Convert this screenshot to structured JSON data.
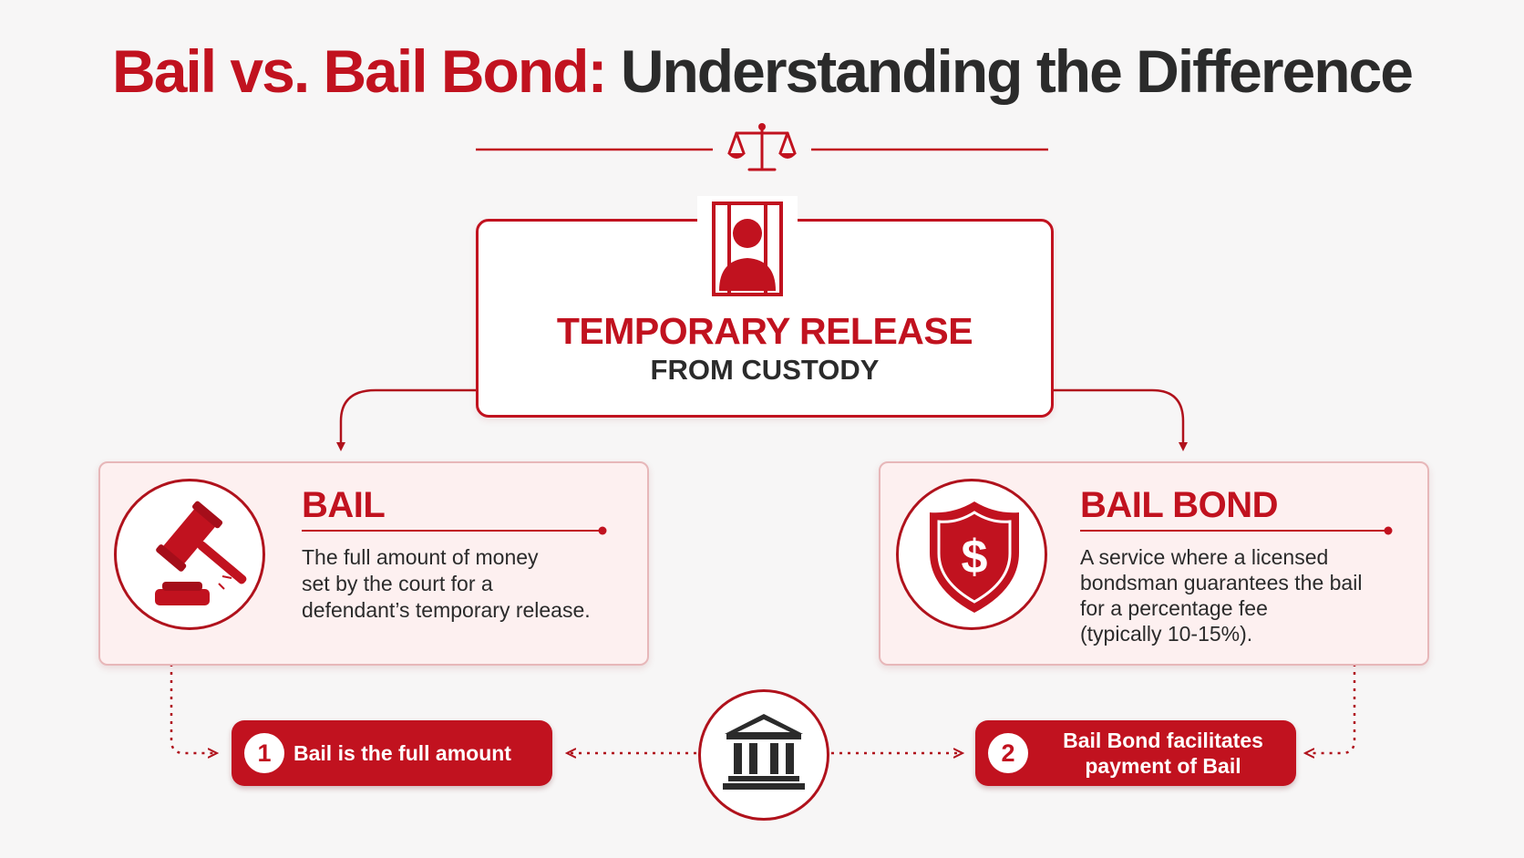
{
  "title": {
    "part1": "Bail vs. Bail Bond:",
    "part2": "Understanding the Difference"
  },
  "center": {
    "title": "TEMPORARY RELEASE",
    "subtitle": "FROM CUSTODY"
  },
  "bail": {
    "title": "BAIL",
    "description": "The full amount of money set by the court for a defendant's temporary release.",
    "description_lines": [
      "The full amount of money",
      "set by the court for a",
      "defendant’s temporary release."
    ]
  },
  "bail_bond": {
    "title": "BAIL BOND",
    "description_lines": [
      "A service where a licensed",
      "bondsman guarantees the bail",
      "for a percentage fee",
      "(typically 10-15%)."
    ]
  },
  "steps": [
    {
      "number": "1",
      "lines": [
        "Bail is the full amount"
      ]
    },
    {
      "number": "2",
      "lines": [
        "Bail Bond facilitates",
        "payment of Bail"
      ]
    }
  ],
  "colors": {
    "accent": "#c1121f",
    "dark_text": "#2b2b2b",
    "card_bg": "#fdf0f0"
  },
  "icons": [
    "scales-of-justice-icon",
    "jail-person-icon",
    "gavel-icon",
    "shield-dollar-icon",
    "courthouse-icon"
  ]
}
